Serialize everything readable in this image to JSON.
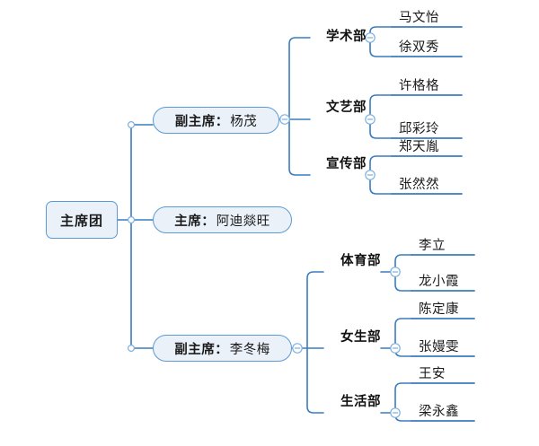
{
  "diagram": {
    "type": "mind-map",
    "title": "主席团",
    "orientation": "left-to-right",
    "colors": {
      "node_fill": "#eaf1f9",
      "node_border": "#5b9bd5",
      "connector": "#3a7cbe",
      "leaf_underline": "#3a7cbe",
      "text": "#1a1a1a",
      "background": "#ffffff"
    }
  },
  "root": {
    "label": "主席团"
  },
  "branches": [
    {
      "id": "vice-chair-yangmao",
      "role": "副主席",
      "separator": "：",
      "person": "杨茂",
      "full_label": "副主席：杨茂",
      "departments": [
        {
          "id": "academic",
          "name": "学术部",
          "collapse_icon": "minus-circle-icon",
          "members": [
            "马文怡",
            "徐双秀"
          ]
        },
        {
          "id": "arts",
          "name": "文艺部",
          "collapse_icon": "minus-circle-icon",
          "members": [
            "许格格",
            "邱彩玲"
          ]
        },
        {
          "id": "publicity",
          "name": "宣传部",
          "collapse_icon": "minus-circle-icon",
          "members": [
            "郑天胤",
            "张然然"
          ]
        }
      ]
    },
    {
      "id": "chair-adiyiwang",
      "role": "主席",
      "separator": "：",
      "person": "阿迪燚旺",
      "full_label": "主席：阿迪燚旺",
      "departments": []
    },
    {
      "id": "vice-chair-lidongmei",
      "role": "副主席",
      "separator": "：",
      "person": "李冬梅",
      "full_label": "副主席：李冬梅",
      "departments": [
        {
          "id": "sports",
          "name": "体育部",
          "collapse_icon": "minus-circle-icon",
          "members": [
            "李立",
            "龙小霞"
          ]
        },
        {
          "id": "girls",
          "name": "女生部",
          "collapse_icon": "minus-circle-icon",
          "members": [
            "陈定康",
            "张嫚雯"
          ]
        },
        {
          "id": "welfare",
          "name": "生活部",
          "collapse_icon": "minus-circle-icon",
          "members": [
            "王安",
            "梁永鑫"
          ]
        }
      ]
    }
  ]
}
